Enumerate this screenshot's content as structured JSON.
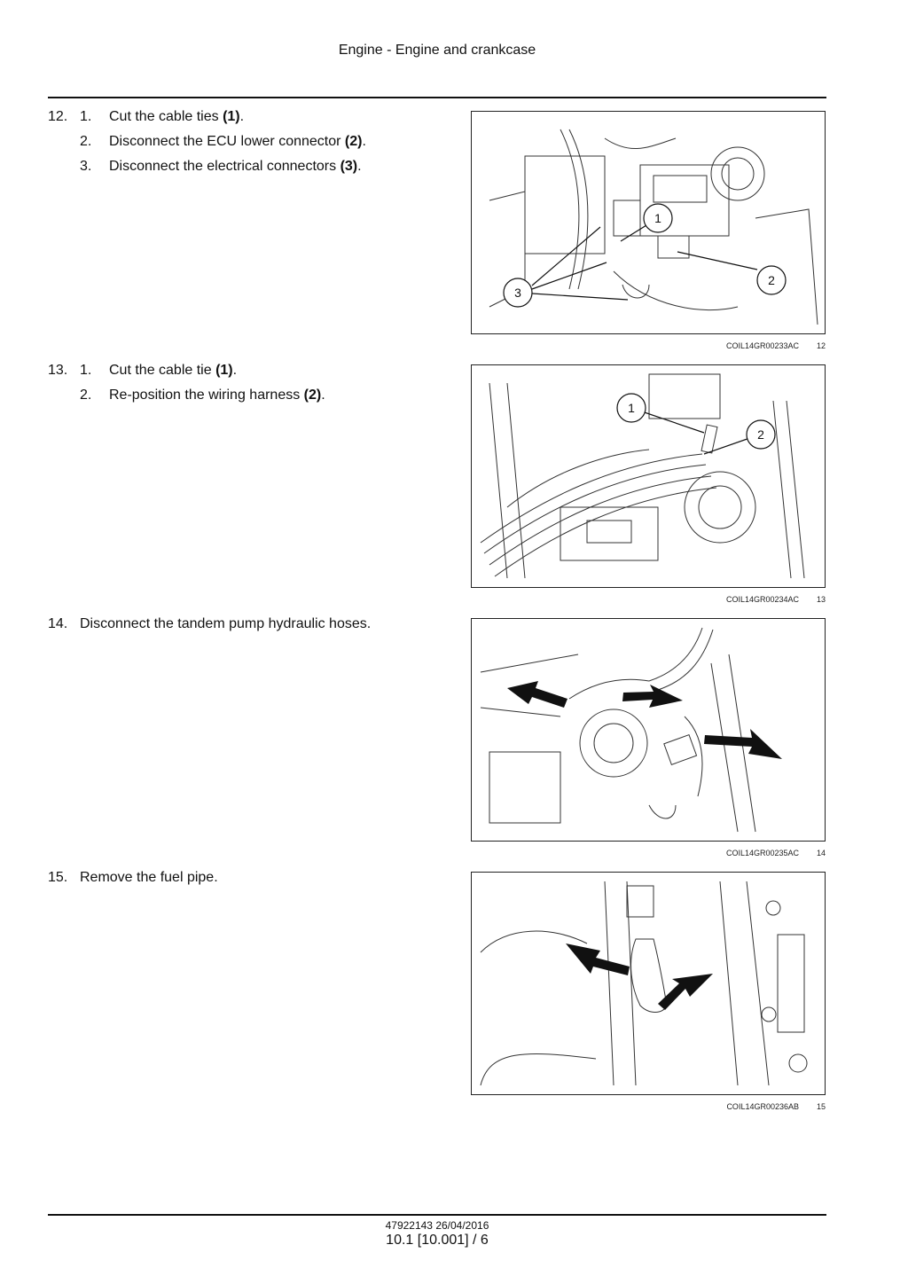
{
  "header": {
    "title": "Engine - Engine and crankcase"
  },
  "steps": [
    {
      "number": "12.",
      "items": [
        {
          "n": "1.",
          "text": "Cut the cable ties ",
          "ref": "(1)",
          "end": "."
        },
        {
          "n": "2.",
          "text": "Disconnect the ECU lower connector ",
          "ref": "(2)",
          "end": "."
        },
        {
          "n": "3.",
          "text": "Disconnect the electrical connectors ",
          "ref": "(3)",
          "end": "."
        }
      ],
      "figure": {
        "code": "COIL14GR00233AC",
        "number": "12",
        "callouts": [
          "1",
          "2",
          "3"
        ]
      }
    },
    {
      "number": "13.",
      "items": [
        {
          "n": "1.",
          "text": "Cut the cable tie ",
          "ref": "(1)",
          "end": "."
        },
        {
          "n": "2.",
          "text": "Re-position the wiring harness ",
          "ref": "(2)",
          "end": "."
        }
      ],
      "figure": {
        "code": "COIL14GR00234AC",
        "number": "13",
        "callouts": [
          "1",
          "2"
        ]
      }
    },
    {
      "number": "14.",
      "text": "Disconnect the tandem pump hydraulic hoses.",
      "figure": {
        "code": "COIL14GR00235AC",
        "number": "14"
      }
    },
    {
      "number": "15.",
      "text": "Remove the fuel pipe.",
      "figure": {
        "code": "COIL14GR00236AB",
        "number": "15"
      }
    }
  ],
  "footer": {
    "doc": "47922143 26/04/2016",
    "page": "10.1 [10.001] / 6"
  }
}
